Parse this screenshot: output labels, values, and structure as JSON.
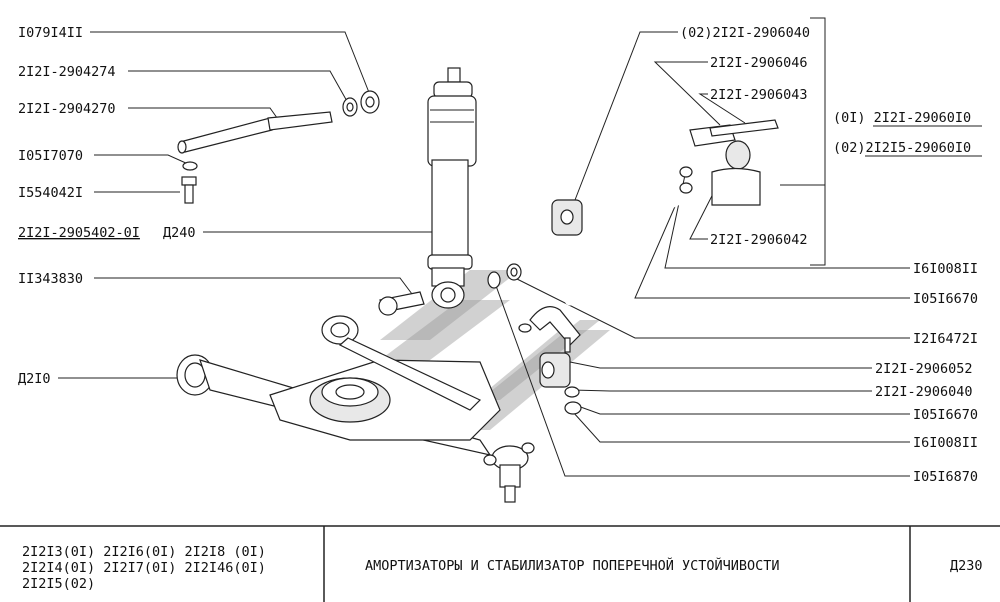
{
  "left_labels": [
    {
      "id": "l1",
      "text": "I079I4II",
      "underline": false
    },
    {
      "id": "l2",
      "text": "2I2I-2904274",
      "underline": false
    },
    {
      "id": "l3",
      "text": "2I2I-2904270",
      "underline": false
    },
    {
      "id": "l4",
      "text": "I05I7070",
      "underline": false
    },
    {
      "id": "l5",
      "text": "I554042I",
      "underline": false
    },
    {
      "id": "l6",
      "text": "2I2I-2905402-0I",
      "underline": true
    },
    {
      "id": "l6b",
      "text": "Д240",
      "underline": false
    },
    {
      "id": "l7",
      "text": "II343830",
      "underline": false
    },
    {
      "id": "l8",
      "text": "Д2I0",
      "underline": false
    }
  ],
  "right_labels": [
    {
      "id": "r1",
      "text": "(02)2I2I-2906040"
    },
    {
      "id": "r2",
      "text": "2I2I-2906046"
    },
    {
      "id": "r3",
      "text": "2I2I-2906043"
    },
    {
      "id": "r4a",
      "text": "(0I) 2I2I-29060I0"
    },
    {
      "id": "r4b",
      "text": "(02)2I2I5-29060I0"
    },
    {
      "id": "r5",
      "text": "2I2I-2906042"
    },
    {
      "id": "r6",
      "text": "I6I008II"
    },
    {
      "id": "r7",
      "text": "I05I6670"
    },
    {
      "id": "r8",
      "text": "I2I6472I"
    },
    {
      "id": "r9",
      "text": "2I2I-2906052"
    },
    {
      "id": "r10",
      "text": "2I2I-2906040"
    },
    {
      "id": "r11",
      "text": "I05I6670"
    },
    {
      "id": "r12",
      "text": "I6I008II"
    },
    {
      "id": "r13",
      "text": "I05I6870"
    }
  ],
  "title_block": {
    "models_line1": "2I2I3(0I)  2I2I6(0I)  2I2I8 (0I)",
    "models_line2": "2I2I4(0I)  2I2I7(0I)  2I2I46(0I)",
    "models_line3": "2I2I5(02)",
    "title": "АМОРТИЗАТОРЫ  И  СТАБИЛИЗАТОР  ПОПЕРЕЧНОЙ  УСТОЙЧИВОСТИ",
    "page_code": "Д230"
  },
  "colors": {
    "ink": "#222222",
    "watermark": "#9a9a9a",
    "paper": "#ffffff"
  }
}
